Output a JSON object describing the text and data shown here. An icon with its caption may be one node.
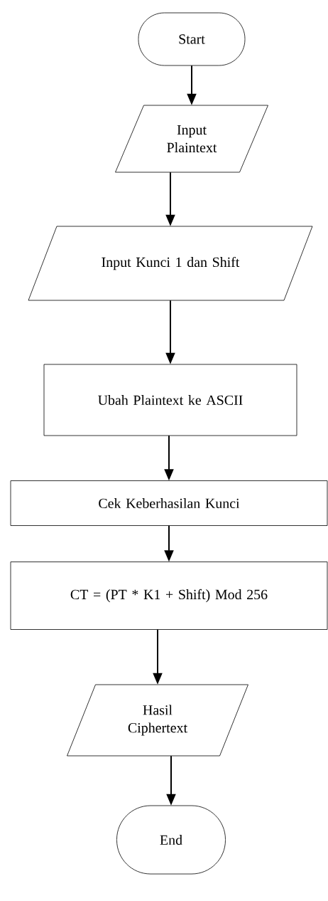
{
  "diagram": {
    "nodes": [
      {
        "text": [
          "Start"
        ]
      },
      {
        "text": [
          "Input Plaintext"
        ]
      },
      {
        "text": [
          "Input Kunci 1 dan Shift"
        ]
      },
      {
        "text": [
          "Ubah Plaintext ke ASCII"
        ]
      },
      {
        "text": [
          "Cek Keberhasilan Kunci"
        ]
      },
      {
        "text": [
          "CT = (PT * K1 + Shift) Mod  256"
        ]
      },
      {
        "text": [
          "Hasil Ciphertext"
        ]
      },
      {
        "text": [
          "End"
        ]
      }
    ],
    "edges": [
      {
        "from": 0,
        "to": 1,
        "arrow": "to"
      },
      {
        "from": 1,
        "to": 2,
        "arrow": "to"
      },
      {
        "from": 2,
        "to": 3,
        "arrow": "to"
      },
      {
        "from": 3,
        "to": 4,
        "arrow": "to"
      },
      {
        "from": 4,
        "to": 5,
        "arrow": "to"
      },
      {
        "from": 5,
        "to": 6,
        "arrow": "to"
      },
      {
        "from": 6,
        "to": 7,
        "arrow": "to"
      }
    ]
  }
}
